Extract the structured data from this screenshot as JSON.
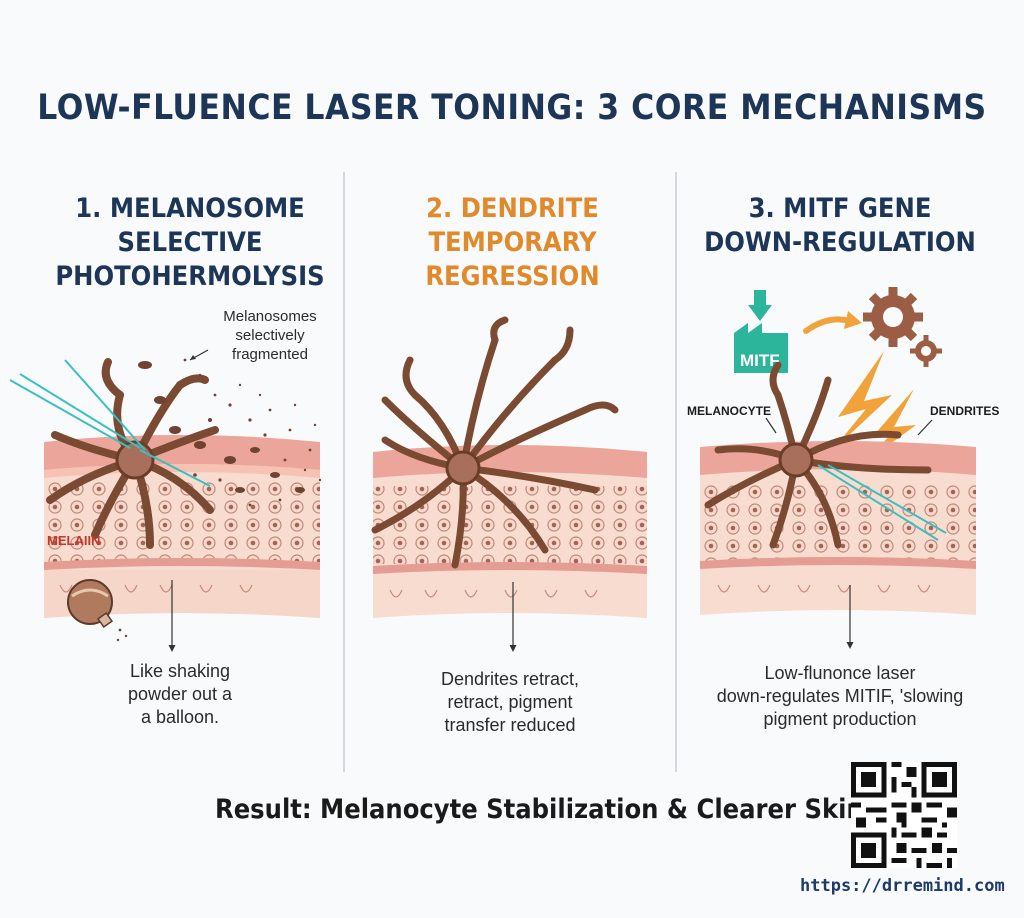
{
  "title": "LOW-FLUENCE LASER TONING: 3 CORE MECHANISMS",
  "colors": {
    "navy": "#1d3556",
    "orange": "#e08a2c",
    "skin": "#f3c9b9",
    "melanocyte": "#7b4a33",
    "laser": "#3bbfc0",
    "mitf": "#2cb59b"
  },
  "columns": [
    {
      "heading_lines": [
        "1. MELANOSOME",
        "SELECTIVE",
        "PHOTOHERMOLYSIS"
      ],
      "heading_color": "#1d3556",
      "note_lines": [
        "Melanosomes",
        "selectively",
        "fragmented"
      ],
      "label": "MELAIIN",
      "caption_lines": [
        "Like shaking",
        "powder out a",
        "a balloon."
      ]
    },
    {
      "heading_lines": [
        "2. DENDRITE",
        "TEMPORARY REGRESSION"
      ],
      "heading_color": "#e08a2c",
      "caption_lines": [
        "Dendrites retract,",
        "retract, pigment",
        "transfer reduced"
      ]
    },
    {
      "heading_lines": [
        "3. MITF GENE",
        "DOWN-REGULATION"
      ],
      "heading_color": "#1d3556",
      "mitf_label": "MITF",
      "label_left": "MELANOCYTE",
      "label_right": "DENDRITES",
      "caption_lines": [
        "Low-flunonce laser",
        "down-regulates MITIF, 'slowing",
        "pigment production"
      ]
    }
  ],
  "result": "Result: Melanocyte Stabilization & Clearer Skin",
  "url": "https://drremind.com",
  "icons": [
    "arrow-down-icon",
    "factory-icon",
    "gear-icon",
    "lightning-icon",
    "balloon-icon",
    "qr-code-icon"
  ]
}
